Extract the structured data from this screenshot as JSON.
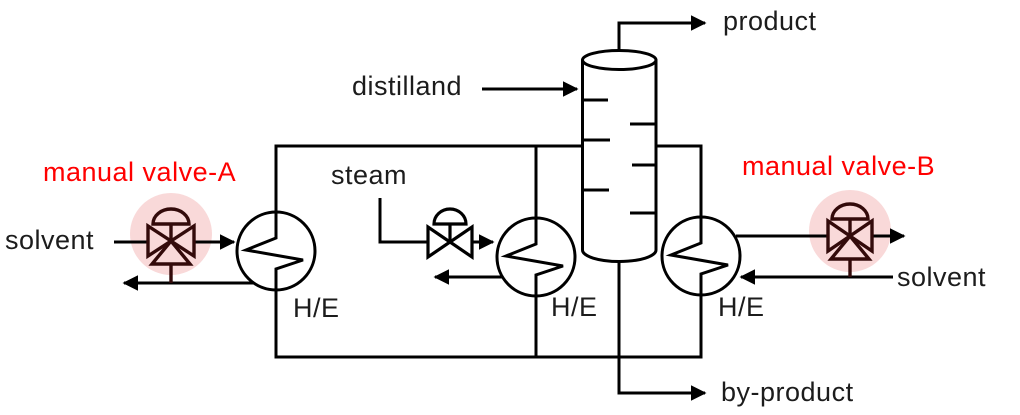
{
  "labels": {
    "product": "product",
    "distilland": "distilland",
    "steam": "steam",
    "manual_valve_a": "manual valve-A",
    "manual_valve_b": "manual valve-B",
    "solvent_left": "solvent",
    "solvent_right": "solvent",
    "by_product": "by-product",
    "he_left": "H/E",
    "he_middle": "H/E",
    "he_right": "H/E"
  },
  "colors": {
    "line": "#000000",
    "label_text": "#1c1c1c",
    "annotation_red": "#ff0000",
    "manual_valve": "#330a0a",
    "valve_highlight": "#f9d9d9",
    "background": "#ffffff"
  },
  "icons": {
    "manual_valve_a": "three-way-valve-icon",
    "manual_valve_b": "three-way-valve-icon",
    "steam_valve": "control-valve-icon",
    "heat_exchanger": "heat-exchanger-icon",
    "column": "distillation-column-icon"
  }
}
